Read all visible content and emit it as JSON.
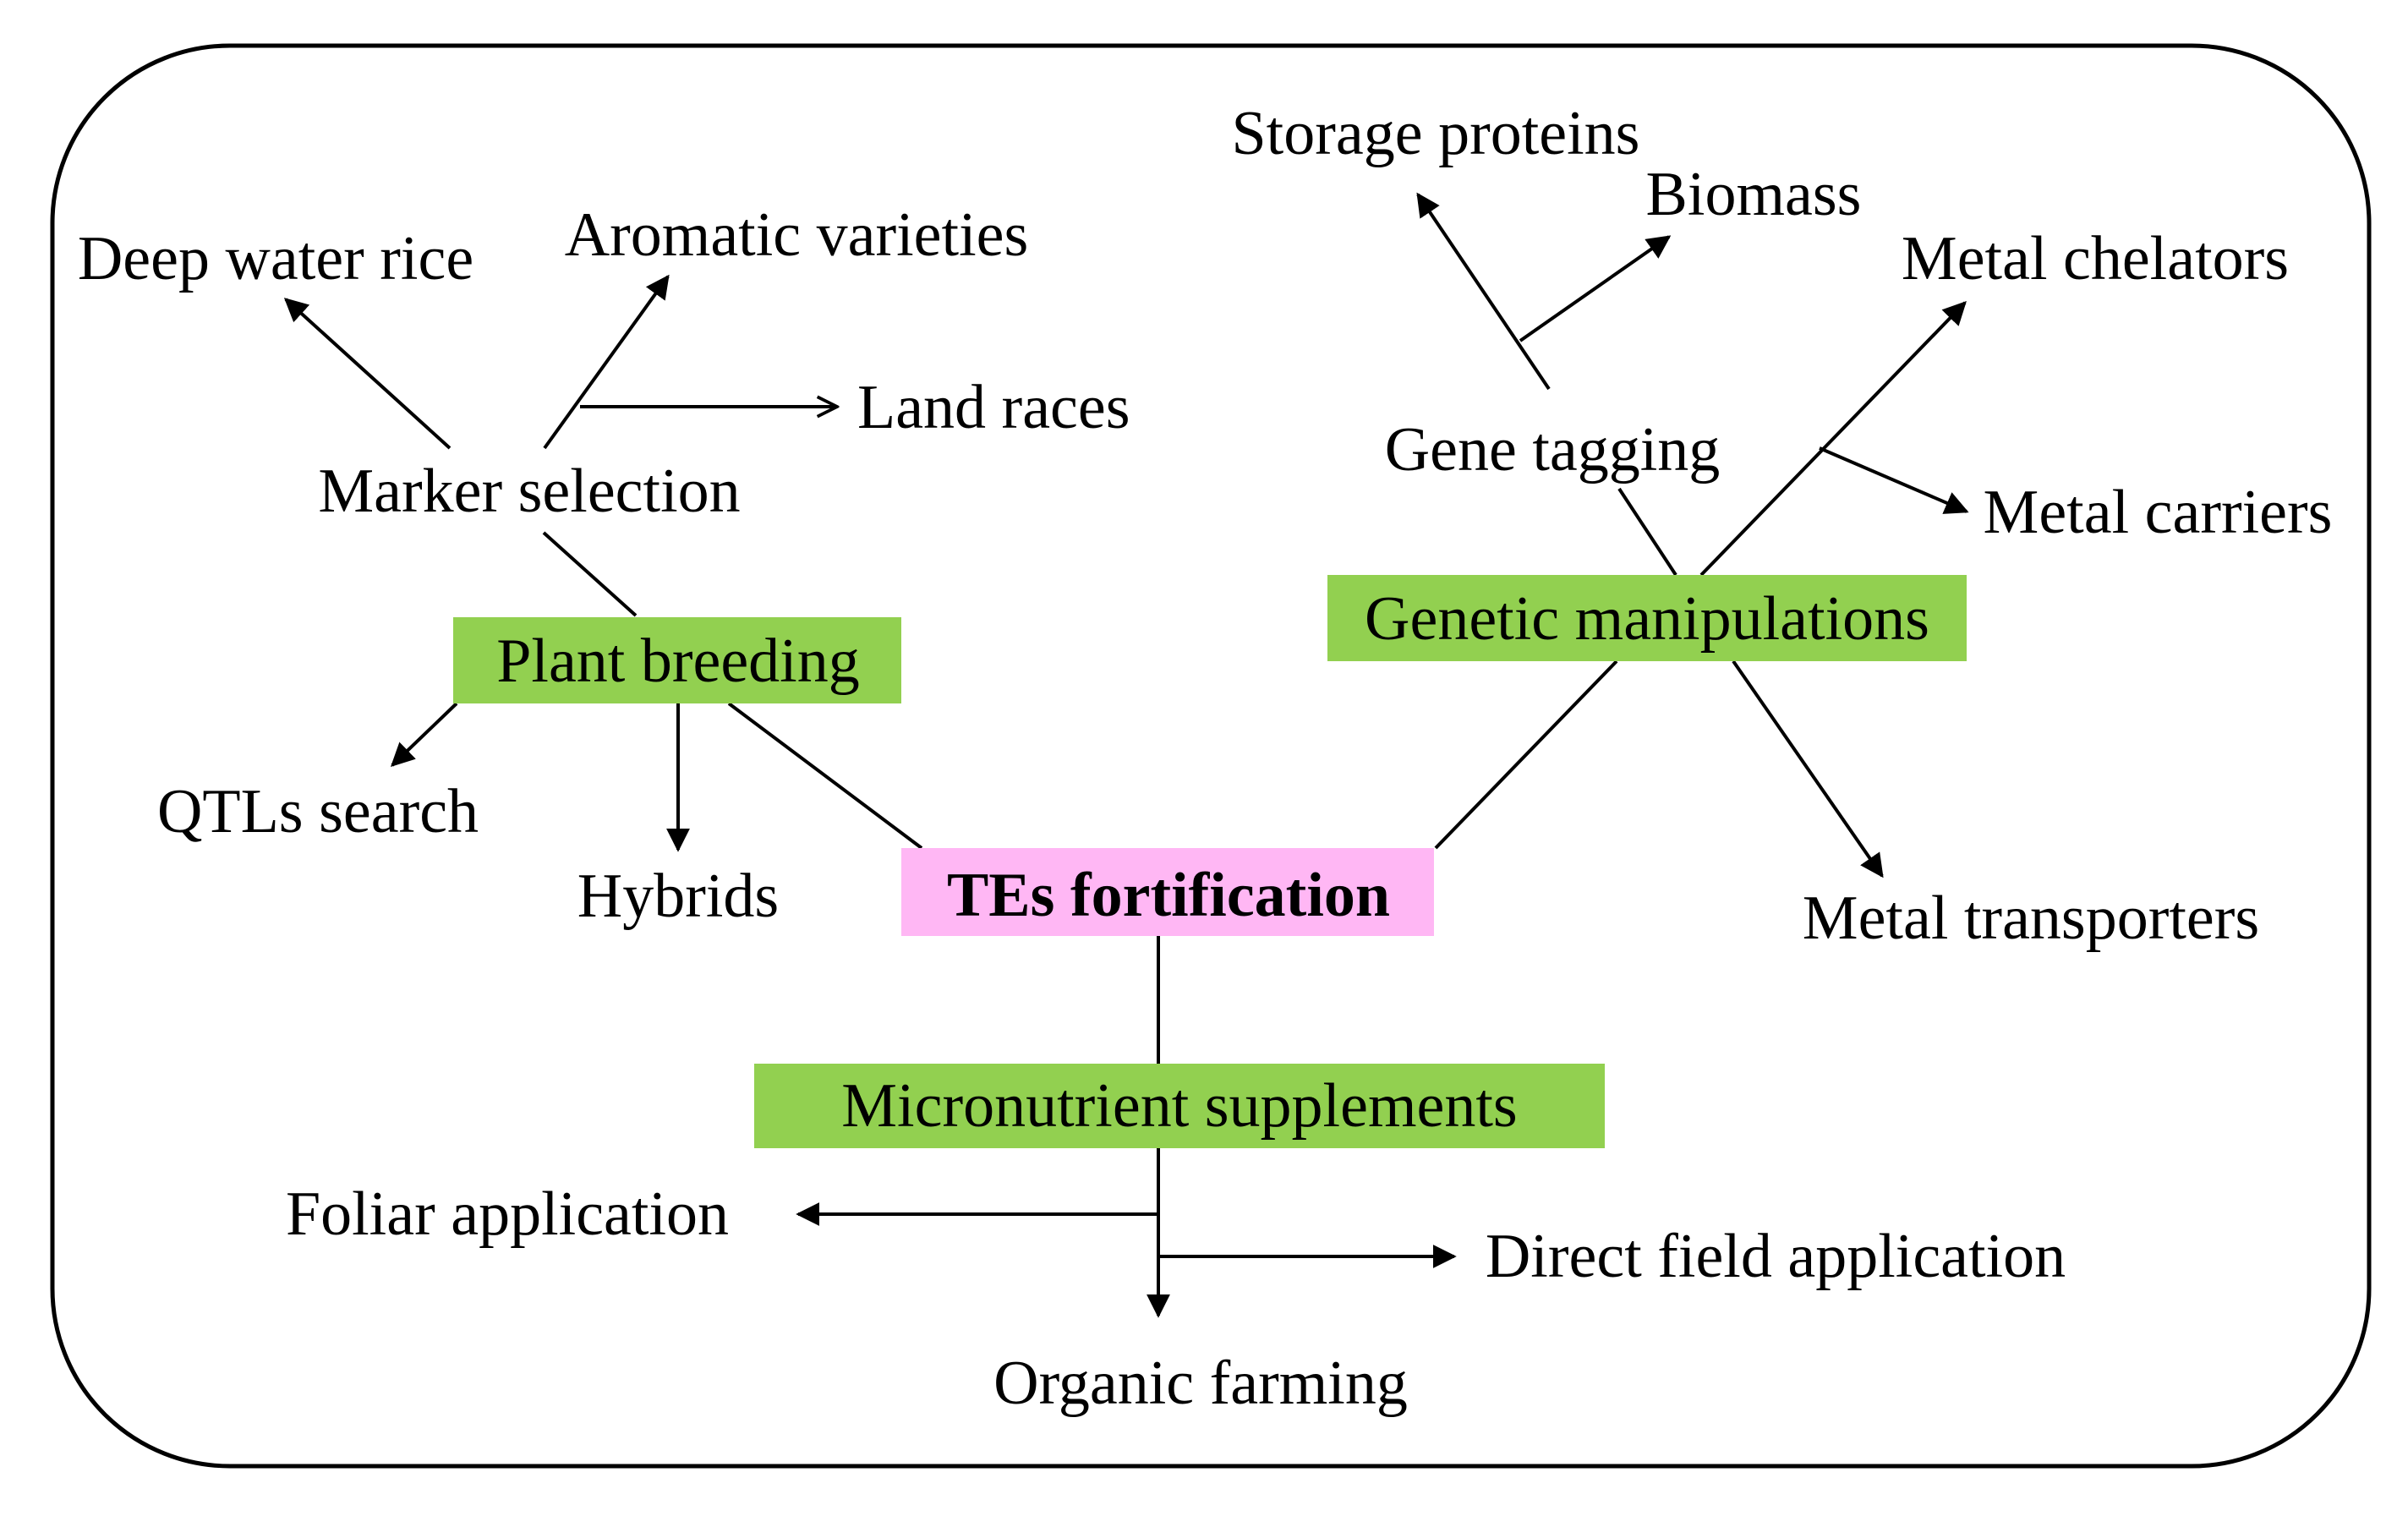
{
  "colors": {
    "category_box": "#92d050",
    "center_box": "#ffb7f4",
    "line": "#000000"
  },
  "center": {
    "label": "TEs fortification"
  },
  "categories": {
    "plant_breeding": "Plant breeding",
    "genetic_manipulations": "Genetic manipulations",
    "micronutrient_supplements": "Micronutrient supplements"
  },
  "plant_breeding": {
    "marker_selection": "Marker selection",
    "deep_water_rice": "Deep water rice",
    "aromatic_varieties": "Aromatic varieties",
    "land_races": "Land races",
    "qtls_search": "QTLs search",
    "hybrids": "Hybrids"
  },
  "genetic_manipulations": {
    "gene_tagging": "Gene tagging",
    "storage_proteins": "Storage proteins",
    "biomass": "Biomass",
    "metal_chelators": "Metal chelators",
    "metal_carriers": "Metal carriers",
    "metal_transporters": "Metal transporters"
  },
  "micronutrient_supplements": {
    "foliar_application": "Foliar application",
    "direct_field_application": "Direct field application",
    "organic_farming": "Organic farming"
  }
}
